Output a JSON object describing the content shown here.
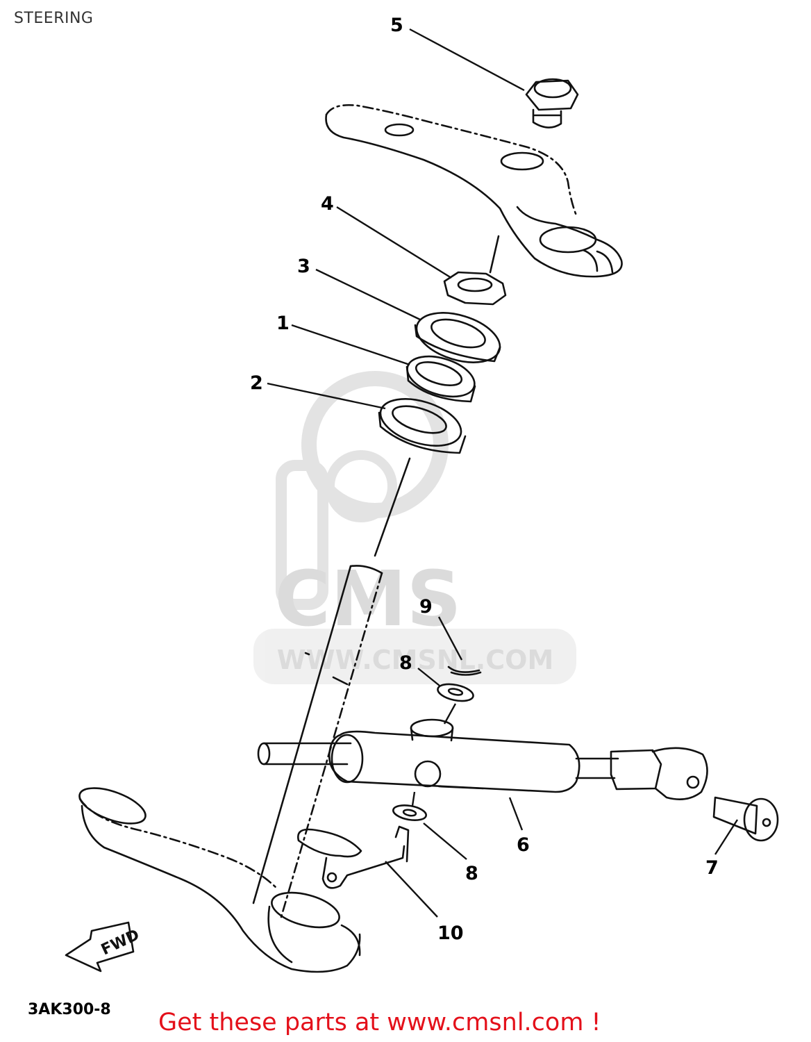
{
  "page": {
    "title": "STEERING"
  },
  "diagram": {
    "part_code": "3AK300-8",
    "callouts": [
      "1",
      "2",
      "3",
      "4",
      "5",
      "6",
      "7",
      "8",
      "8",
      "9",
      "10"
    ],
    "direction_arrow": "FWD"
  },
  "watermark": {
    "logo": "CMS",
    "url": "WWW.CMSNL.COM"
  },
  "footer": {
    "link_text": "Get these parts at www.cmsnl.com !",
    "color": "#e4101a"
  }
}
